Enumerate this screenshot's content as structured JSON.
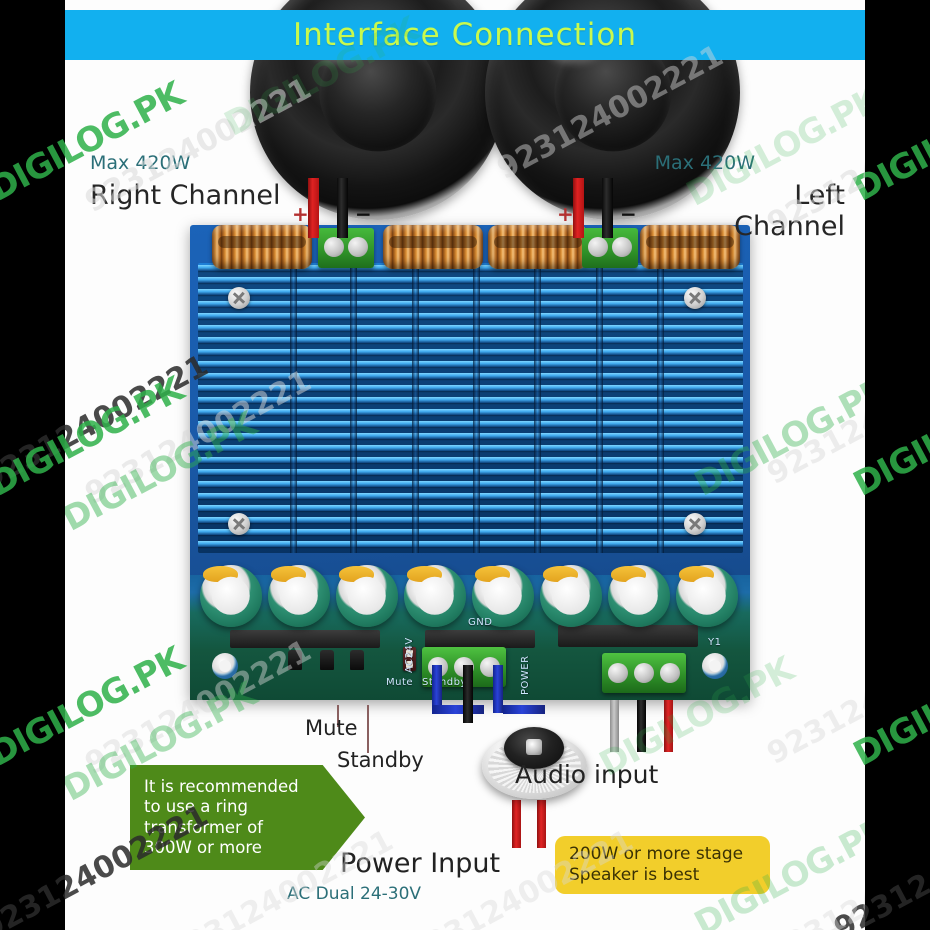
{
  "banner": {
    "title": "Interface  Connection"
  },
  "channels": {
    "right": {
      "max": "Max 420W",
      "name": "Right Channel",
      "plus": "+",
      "minus": "−"
    },
    "left": {
      "max": "Max 420W",
      "name": "Left Channel",
      "plus": "+",
      "minus": "−"
    }
  },
  "labels": {
    "mute": "Mute",
    "standby": "Standby",
    "audio_input": "Audio input",
    "power_input": "Power Input",
    "power_spec": "AC Dual 24-30V"
  },
  "callouts": {
    "transformer_note": "It is recommended to use a ring transformer of 300W or more",
    "speaker_note": "200W or more stage Speaker is best"
  },
  "silkscreen": {
    "ac24v": "AC24V",
    "gnd": "GND",
    "power": "POWER",
    "mute": "Mute",
    "standby": "Standby",
    "y1": "Y1"
  },
  "watermark": {
    "logo": "DIGILOG.PK",
    "number": "923124002221"
  },
  "colors": {
    "banner_bg": "#12b0ef",
    "banner_text": "#c8f94e",
    "max_text": "#2b6f78",
    "green_callout": "#4e8a19",
    "yellow_callout": "#f2ce2b",
    "heatsink": "#1668b8",
    "pcb": "#1a5aa9",
    "watermark_green": "#2fb14a"
  }
}
